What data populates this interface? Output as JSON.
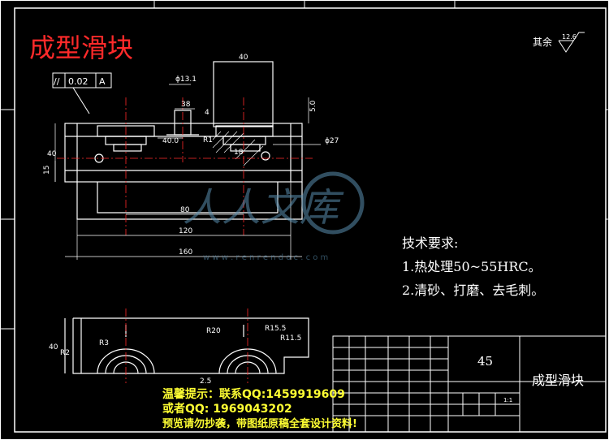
{
  "title": "成型滑块",
  "roughness": {
    "label": "其余",
    "value": "12.6"
  },
  "tolerance": {
    "symbol": "//",
    "value": "0.02",
    "datum": "A"
  },
  "dimensions": {
    "top_width": "40",
    "phi13": "ϕ13.1",
    "d38": "38",
    "d4": "4",
    "h5": "5.0",
    "h40": "40",
    "h15": "15",
    "w40": "40.0",
    "r1": "R1",
    "r18": "18",
    "phi27": "ϕ27",
    "w80": "80",
    "w120": "120",
    "w160": "160",
    "side_h40": "40",
    "r2": "R2",
    "r3": "R3",
    "r20": "R20",
    "r15": "R15.5",
    "r11": "R11.5",
    "r2_5": "2.5"
  },
  "tech_requirements": {
    "heading": "技术要求:",
    "items": [
      "1.热处理50~55HRC。",
      "2.清砂、打磨、去毛刺。"
    ]
  },
  "title_block": {
    "material": "45",
    "part_name": "成型滑块",
    "scale": "1:1"
  },
  "watermark": {
    "brand": "人人文库",
    "url": "w w w . r e n r e n d o c . c o m"
  },
  "notice": {
    "line1": "温馨提示：联系QQ:1459919609",
    "line2": "或者QQ: 1969043202",
    "line3": "预览请勿抄袭，带图纸原稿全套设计资料!"
  }
}
